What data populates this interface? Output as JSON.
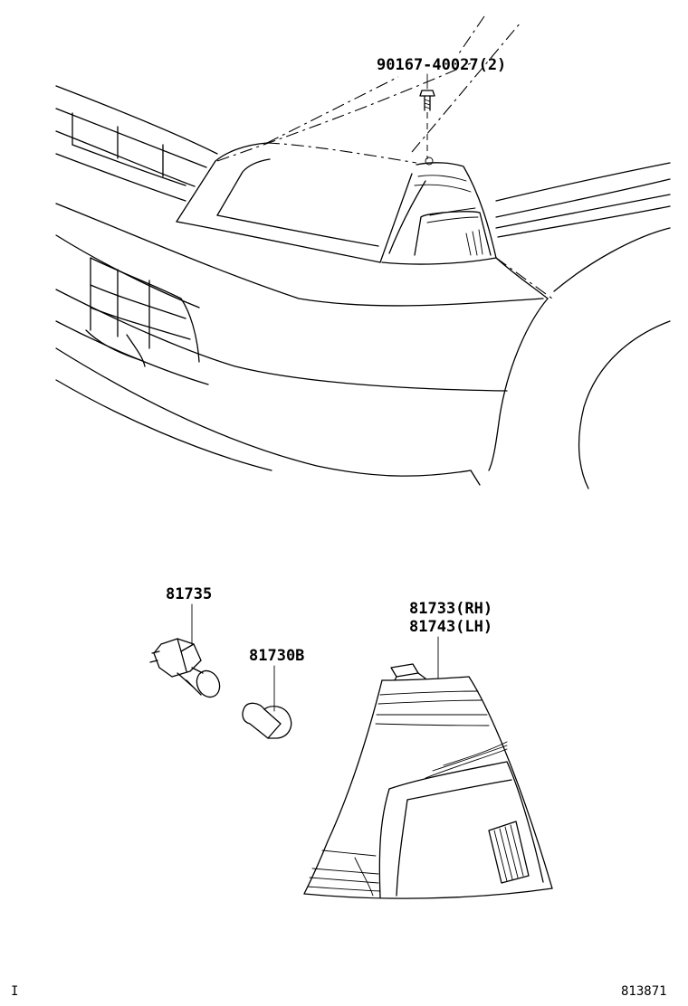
{
  "parts": {
    "screw": "90167-40027(2)",
    "socket": "81735",
    "bulb": "81730B",
    "lamp_rh": "81733(RH)",
    "lamp_lh": "81743(LH)"
  },
  "footer": {
    "left_mark": "I",
    "diagram_code": "813871"
  }
}
